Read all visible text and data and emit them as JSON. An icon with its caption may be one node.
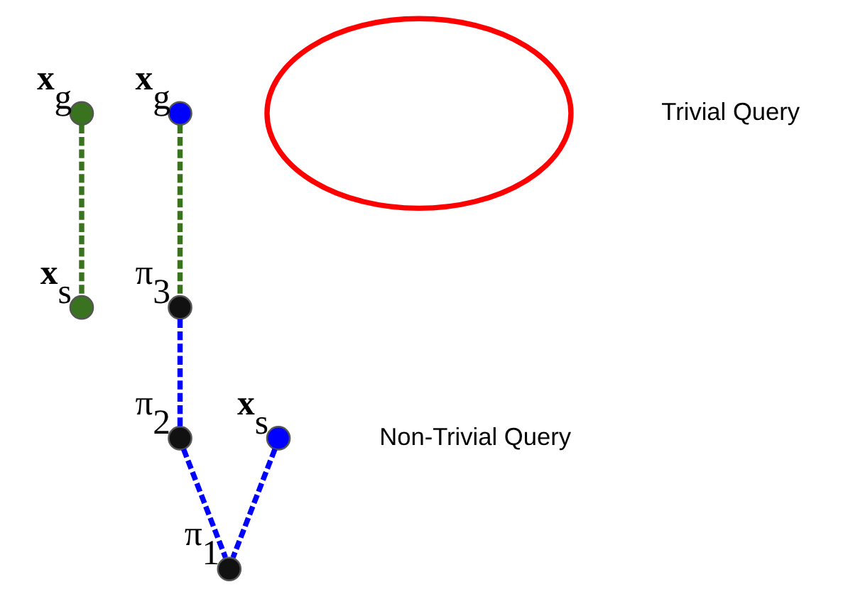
{
  "diagram": {
    "nodes": [
      {
        "text": [],
        "shape": "circle",
        "beside": [
          "**x**$_{g}$"
        ]
      },
      {
        "text": [],
        "shape": "circle",
        "beside": [
          "**x**$_{s}$"
        ]
      },
      {
        "text": [],
        "shape": "circle",
        "beside": [
          "**x**$_{g}$"
        ]
      },
      {
        "text": [],
        "shape": "circle",
        "beside": [
          "π$_{3}$"
        ]
      },
      {
        "text": [],
        "shape": "circle",
        "beside": [
          "π$_{2}$"
        ]
      },
      {
        "text": [],
        "shape": "circle",
        "beside": [
          "**x**$_{s}$"
        ]
      },
      {
        "text": [],
        "shape": "circle",
        "beside": [
          "π$_{1}$"
        ]
      },
      {
        "text": [],
        "shape": "ellipse"
      }
    ],
    "edges": [
      {
        "from": 0,
        "to": 1,
        "arrow": "none",
        "style": "dashed",
        "color": "#3a7320"
      },
      {
        "from": 2,
        "to": 3,
        "arrow": "none",
        "style": "dashed",
        "color": "#3a7320"
      },
      {
        "from": 3,
        "to": 4,
        "arrow": "none",
        "style": "dashed"
      },
      {
        "from": 4,
        "to": 6,
        "arrow": "none",
        "style": "dashed"
      },
      {
        "from": 5,
        "to": 6,
        "arrow": "none",
        "style": "dashed"
      }
    ],
    "labels": [
      "Trivial Query",
      "Non-Trivial Query"
    ]
  }
}
